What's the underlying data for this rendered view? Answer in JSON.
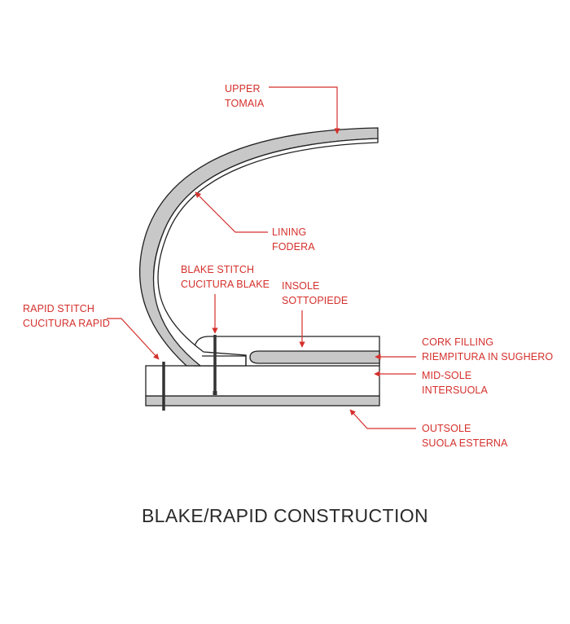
{
  "title": "BLAKE/RAPID CONSTRUCTION",
  "colors": {
    "label": "#d4302c",
    "leader": "#d4302c",
    "outline": "#222222",
    "fill": "#c8c8c8"
  },
  "labels": {
    "upper": {
      "line1": "UPPER",
      "line2": "TOMAIA"
    },
    "lining": {
      "line1": "LINING",
      "line2": "FODERA"
    },
    "blake_stitch": {
      "line1": "BLAKE STITCH",
      "line2": "CUCITURA BLAKE"
    },
    "insole": {
      "line1": "INSOLE",
      "line2": "SOTTOPIEDE"
    },
    "rapid_stitch": {
      "line1": "RAPID STITCH",
      "line2": "CUCITURA RAPID"
    },
    "cork_filling": {
      "line1": "CORK FILLING",
      "line2": "RIEMPITURA IN SUGHERO"
    },
    "mid_sole": {
      "line1": "MID-SOLE",
      "line2": "INTERSUOLA"
    },
    "outsole": {
      "line1": "OUTSOLE",
      "line2": "SUOLA ESTERNA"
    }
  }
}
